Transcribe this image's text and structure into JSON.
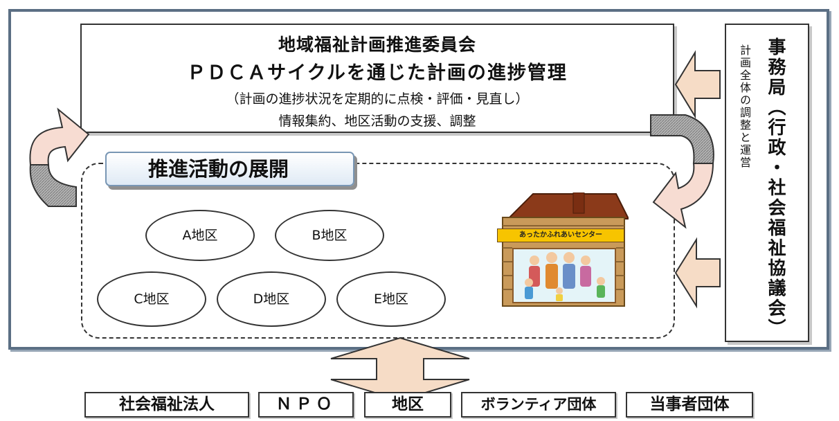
{
  "committee": {
    "title": "地域福祉計画推進委員会",
    "pdca": "ＰＤＣＡサイクルを通じた計画の進捗管理",
    "sub": "（計画の進捗状況を定期的に点検・評価・見直し）",
    "sub2": "情報集約、地区活動の支援、調整"
  },
  "secretariat": {
    "title": "事務局（行政・社会福祉協議会）",
    "sub": "計画全体の調整と運営"
  },
  "activity": {
    "label": "推進活動の展開",
    "districts": [
      "A地区",
      "B地区",
      "C地区",
      "D地区",
      "E地区"
    ]
  },
  "center": {
    "sign": "あったかふれあいセンター"
  },
  "organizations": [
    "社会福祉法人",
    "ＮＰＯ",
    "地区",
    "ボランティア団体",
    "当事者団体"
  ],
  "colors": {
    "frame": "#5b6f84",
    "label_border": "#7896b4",
    "arrow_fill": "#f7dcd2",
    "arrow_hatch": "#9a9a9a",
    "updown_fill": "#f6dcc6"
  }
}
